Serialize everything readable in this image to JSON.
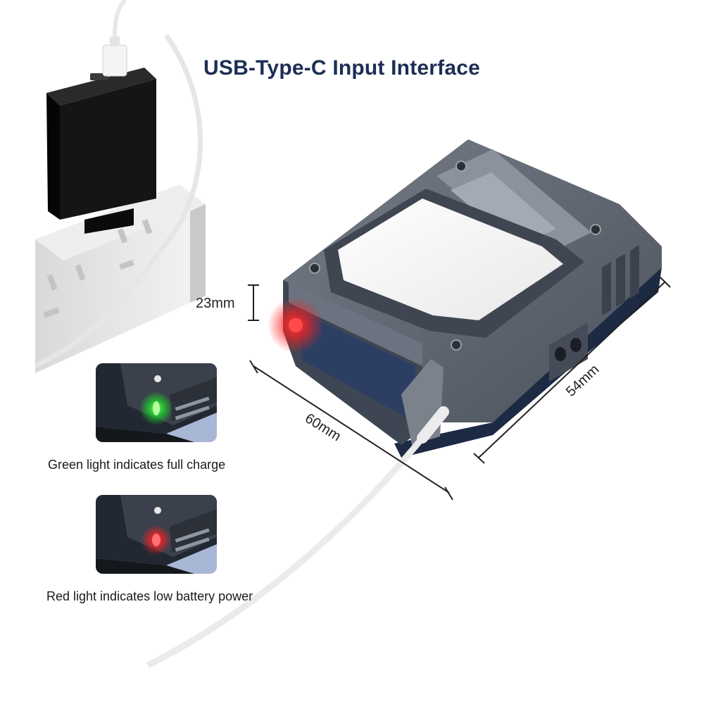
{
  "header": {
    "title": "USB-Type-C Input Interface"
  },
  "dimensions": {
    "height": "23mm",
    "length": "60mm",
    "width": "54mm"
  },
  "indicators": [
    {
      "caption": "Green light indicates full charge",
      "color": "#22d42a"
    },
    {
      "caption": "Red light indicates low battery power",
      "color": "#f0202a"
    }
  ],
  "colors": {
    "title": "#1d2e55",
    "device_body": "#5d6470",
    "device_accent": "#2c3f63",
    "charger": "#111111"
  }
}
